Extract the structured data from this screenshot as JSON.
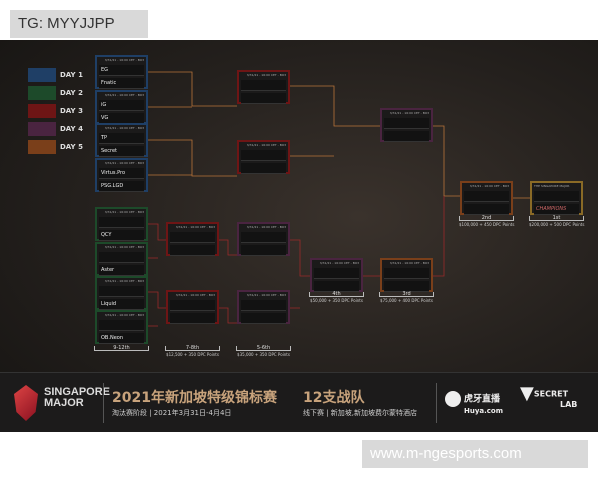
{
  "watermark_top": "TG: MYYJJPP",
  "watermark_bottom": "www.m-ngesports.com",
  "legend": [
    {
      "label": "DAY 1",
      "color": "#1f3f66"
    },
    {
      "label": "DAY 2",
      "color": "#1d4a2a"
    },
    {
      "label": "DAY 3",
      "color": "#6e1515"
    },
    {
      "label": "DAY 4",
      "color": "#4a2440"
    },
    {
      "label": "DAY 5",
      "color": "#7a3f1a"
    }
  ],
  "match_header": "3/31/21 - 16:00 CET - BO3",
  "upper_round1": [
    {
      "team1": "EG",
      "team2": "Fnatic"
    },
    {
      "team1": "iG",
      "team2": "VG"
    },
    {
      "team1": "TP",
      "team2": "Secret"
    },
    {
      "team1": "Virtus.Pro",
      "team2": "PSG.LGD"
    }
  ],
  "lower_round1": [
    {
      "team1": "",
      "team2": "QCY"
    },
    {
      "team1": "",
      "team2": "Aster"
    },
    {
      "team1": "",
      "team2": "Liquid"
    },
    {
      "team1": "",
      "team2": "OB.Neon"
    }
  ],
  "final_header": "THE SINGAPORE MAJOR",
  "champions": "CHAMPIONS",
  "placements": [
    {
      "place": "9-12th",
      "prize": ""
    },
    {
      "place": "7-8th",
      "prize": "$12,500 + 350 DPC Points"
    },
    {
      "place": "5-6th",
      "prize": "$35,000 + 350 DPC Points"
    },
    {
      "place": "4th",
      "prize": "$50,000 + 350 DPC Points"
    },
    {
      "place": "3rd",
      "prize": "$75,000 + 400 DPC Points"
    },
    {
      "place": "2nd",
      "prize": "$100,000 + 450 DPC Points"
    },
    {
      "place": "1st",
      "prize": "$200,000 + 500 DPC Points"
    }
  ],
  "footer": {
    "event_logo": "SINGAPORE MAJOR",
    "title": "2021年新加坡特级锦标赛",
    "subtitle": "淘汰赛阶段 | 2021年3月31日-4月4日",
    "teams": "12支战队",
    "venue": "线下赛 | 新加坡,新加坡费尔蒙特酒店",
    "sponsor1": "虎牙直播",
    "sponsor1_sub": "Huya.com",
    "sponsor2": "SECRET",
    "sponsor2_sub": "LAB"
  }
}
